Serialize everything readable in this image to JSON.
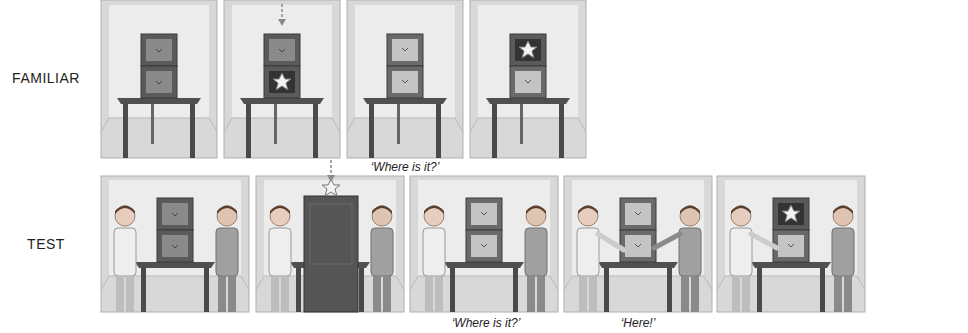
{
  "diagram": {
    "labels": [
      "FAMILIAR",
      "TEST",
      "‘Where is it?’",
      "‘Where is it?’",
      "‘Here!’"
    ]
  }
}
